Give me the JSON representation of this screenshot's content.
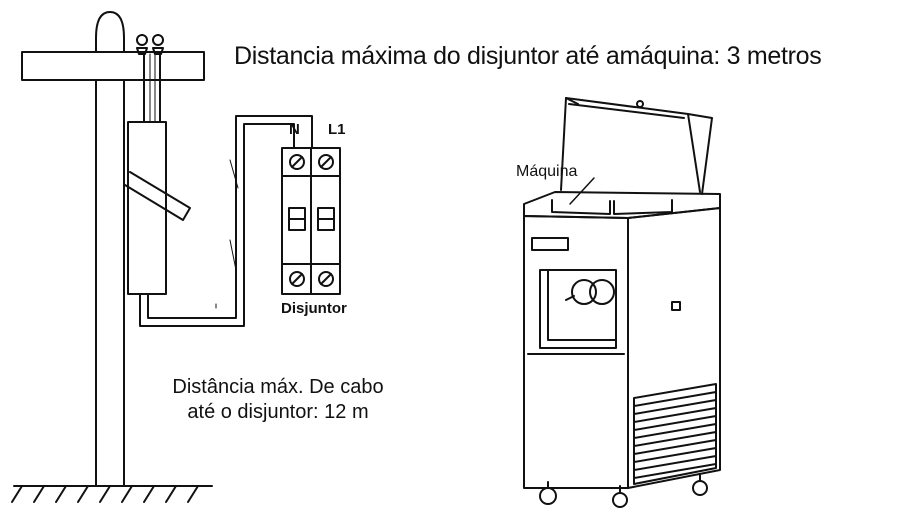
{
  "title": "Distancia máxima do disjuntor até amáquina: 3 metros",
  "breaker": {
    "terminal_n": "N",
    "terminal_l1": "L1",
    "label": "Disjuntor"
  },
  "machine": {
    "label": "Máquina"
  },
  "cable_note": {
    "line1": "Distância máx. De cabo",
    "line2": "até o disjuntor: 12 m"
  }
}
